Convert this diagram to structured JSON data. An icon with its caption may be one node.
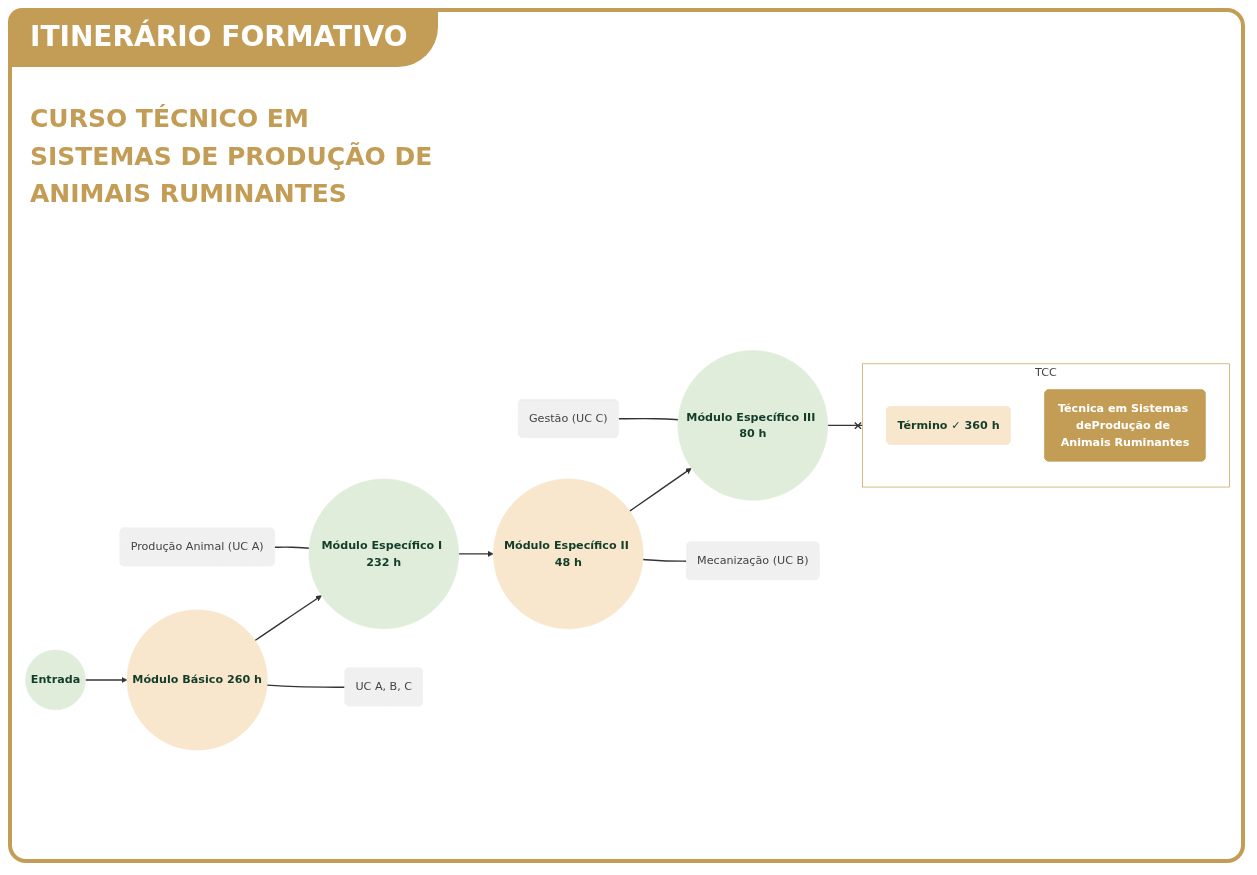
{
  "diagram": {
    "title": "ITINERÁRIO FORMATIVO",
    "nodes": [
      {
        "text": [
          "Entrada"
        ]
      },
      {
        "text": [
          "Módulo Básico 260 h"
        ]
      },
      {
        "text": [
          "Módulo Específico I 232 h"
        ]
      },
      {
        "text": [
          "Módulo Específico II 48 h"
        ]
      },
      {
        "text": [
          "Módulo Específico III 80 h"
        ]
      },
      {
        "text": [
          "UC A, B, C"
        ]
      },
      {
        "text": [
          "Produção Animal (UC A)"
        ]
      },
      {
        "text": [
          "Mecanização (UC B)"
        ]
      },
      {
        "text": [
          "Gestão (UC C)"
        ]
      },
      {
        "text": [
          "TCC"
        ]
      },
      {
        "text": [
          "Término ✓ 360 h"
        ],
        "in": 9
      },
      {
        "text": [
          "Técnica em Sistemas deProdução de Animais Ruminantes"
        ],
        "in": 9
      }
    ],
    "edges": [
      {
        "from": 0,
        "to": 1,
        "arrow": "to"
      },
      {
        "from": 1,
        "to": 2,
        "arrow": "to"
      },
      {
        "from": 2,
        "to": 3,
        "arrow": "to"
      },
      {
        "from": 3,
        "to": 4,
        "arrow": "to"
      },
      {
        "from": 1,
        "to": 5,
        "arrow": "none"
      },
      {
        "from": 6,
        "to": 2,
        "arrow": "none"
      },
      {
        "from": 3,
        "to": 7,
        "arrow": "none"
      },
      {
        "from": 8,
        "to": 4,
        "arrow": "none"
      },
      {
        "from": 4,
        "to": 9,
        "arrow": "other"
      }
    ],
    "labels": [
      "CURSO TÉCNICO EM SISTEMAS DE  PRODUÇÃO DE ANIMAIS RUMINANTES"
    ]
  }
}
